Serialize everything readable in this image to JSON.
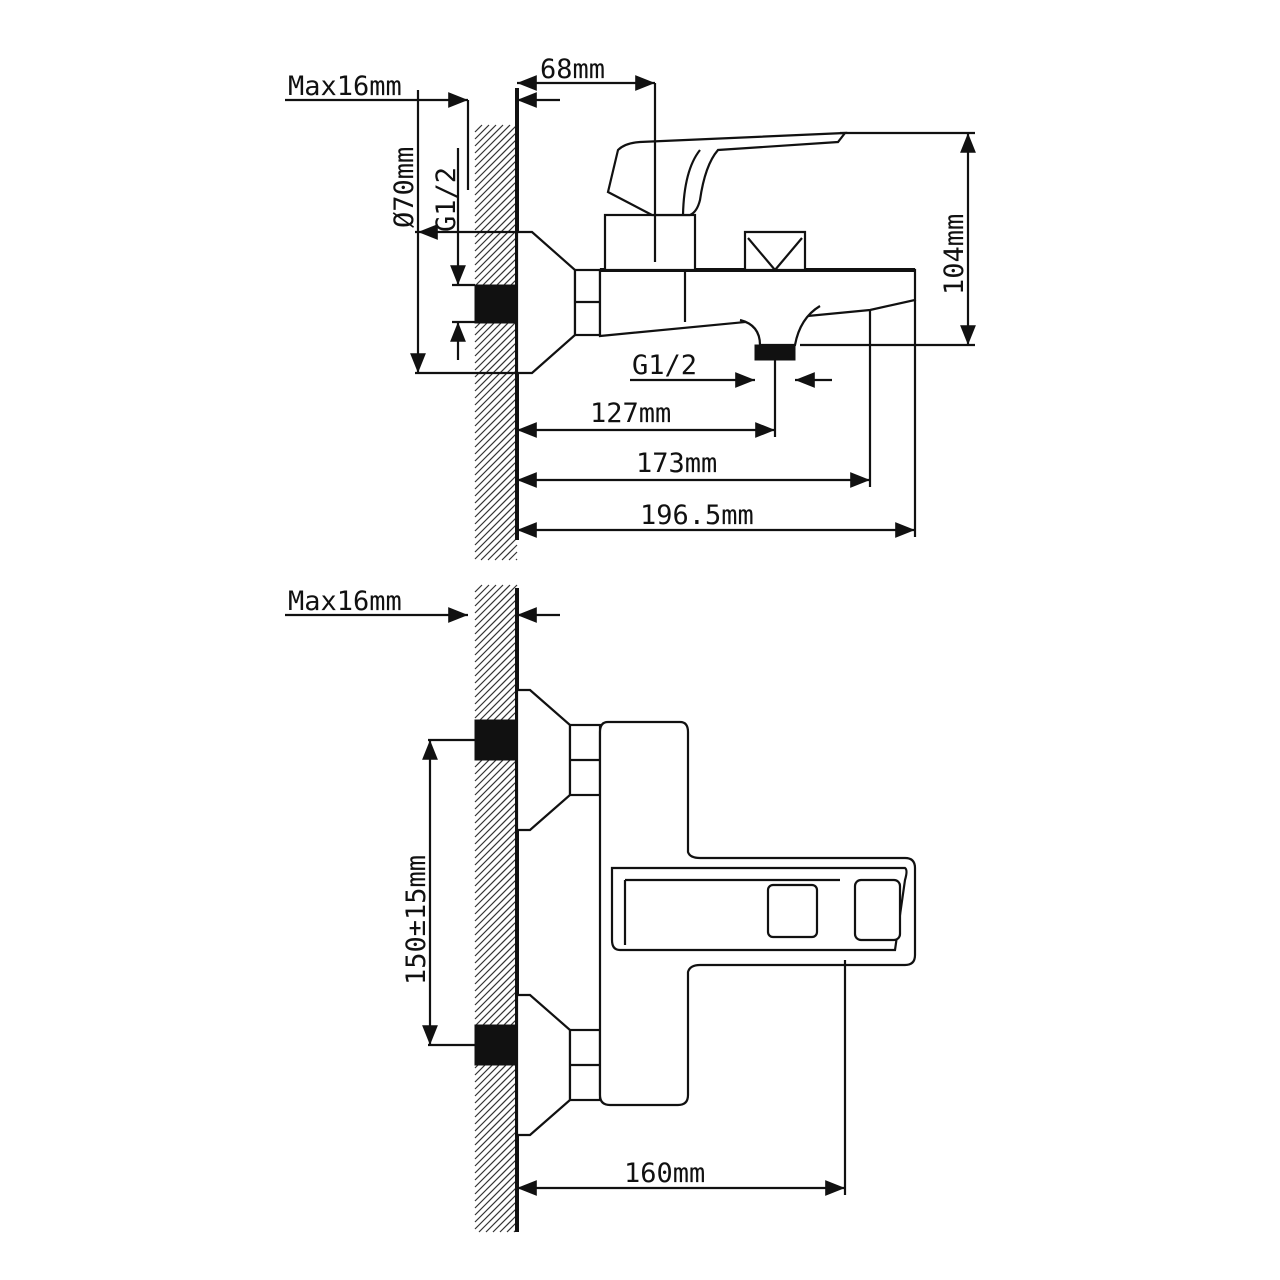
{
  "side_view": {
    "wall_thickness": "Max16mm",
    "handle_offset": "68mm",
    "escutcheon_diameter": "Ø70mm",
    "inlet_thread": "G1/2",
    "height": "104mm",
    "outlet_thread": "G1/2",
    "outlet_distance": "127mm",
    "spout_reach": "173mm",
    "total_length": "196.5mm"
  },
  "top_view": {
    "wall_thickness": "Max16mm",
    "inlet_spacing": "150±15mm",
    "handle_reach": "160mm"
  },
  "colors": {
    "line": "#111111",
    "background": "#ffffff"
  }
}
